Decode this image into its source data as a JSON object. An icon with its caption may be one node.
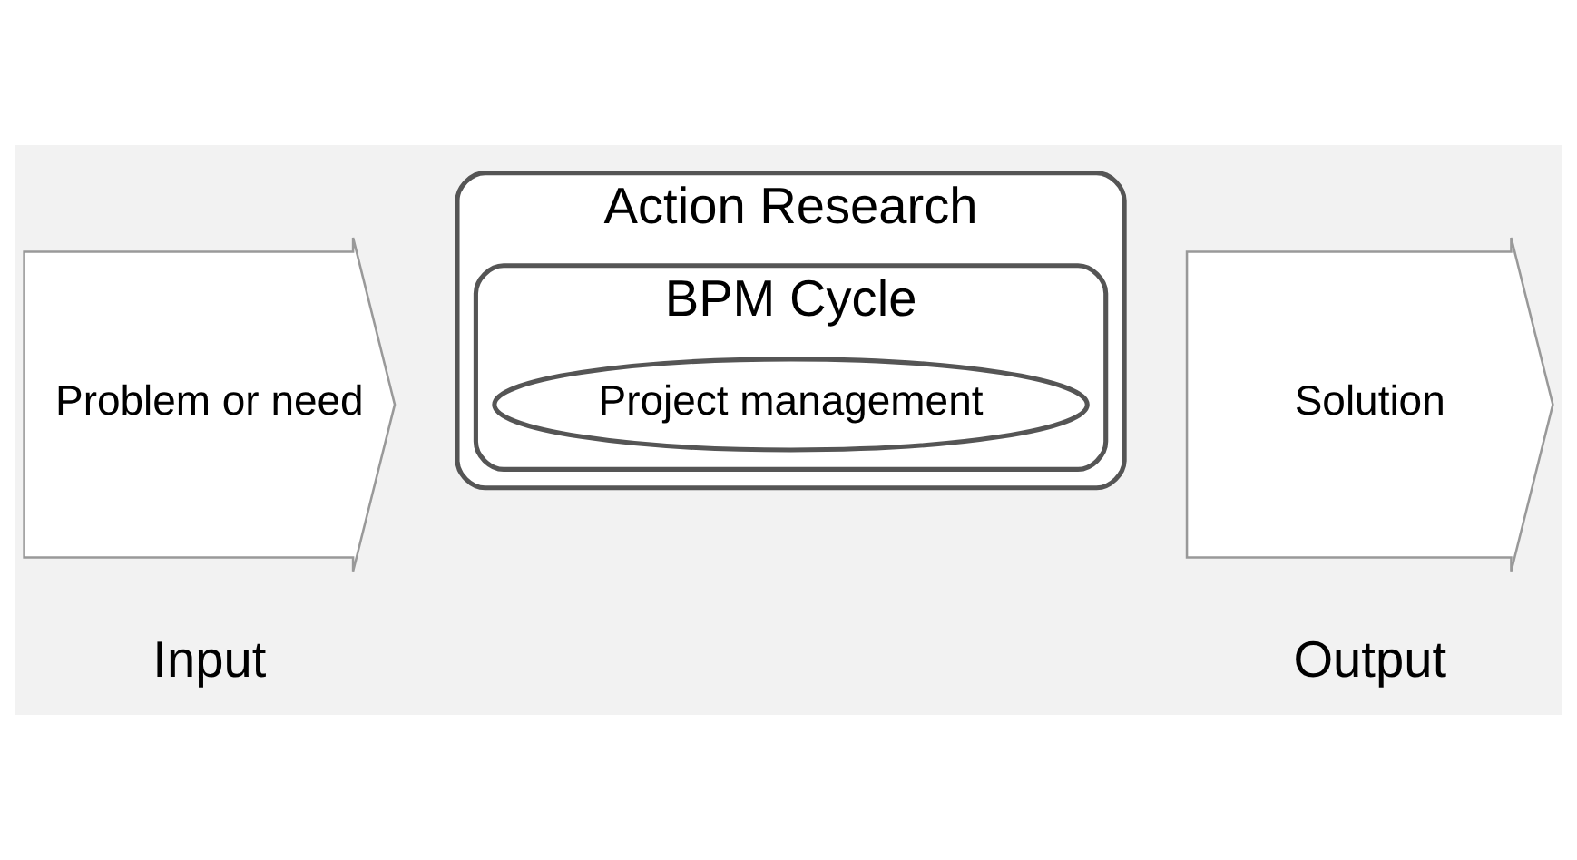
{
  "diagram": {
    "nodes": [
      {
        "text": [
          "Problem or need"
        ],
        "beside": [
          "Input"
        ]
      },
      {
        "text": [
          "Action Research"
        ]
      },
      {
        "text": [
          "BPM Cycle"
        ],
        "in": 1
      },
      {
        "text": [
          "Project management"
        ],
        "in": 2
      },
      {
        "text": [
          "Solution"
        ],
        "beside": [
          "Output"
        ]
      }
    ]
  }
}
